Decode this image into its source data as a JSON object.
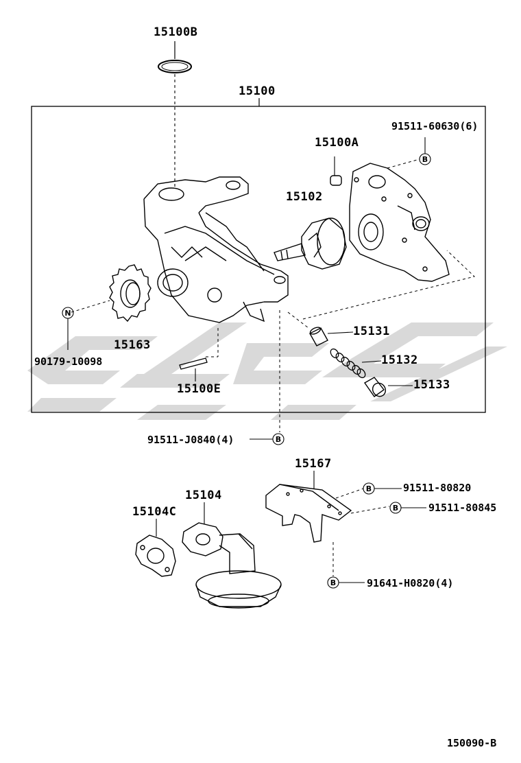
{
  "colors": {
    "ink": "#000000",
    "watermark": "#d9d9d9",
    "background": "#ffffff"
  },
  "labels": {
    "p15100B": "15100B",
    "p15100": "15100",
    "p15100A": "15100A",
    "p15102": "15102",
    "p15163": "15163",
    "p15100E": "15100E",
    "p15131": "15131",
    "p15132": "15132",
    "p15133": "15133",
    "p15167": "15167",
    "p15104": "15104",
    "p15104C": "15104C",
    "bolt_91511_60630": "91511-60630(6)",
    "nut_90179_10098": "90179-10098",
    "bolt_91511_J0840": "91511-J0840(4)",
    "bolt_91511_80820": "91511-80820",
    "bolt_91511_80845": "91511-80845",
    "bolt_91641_H0820": "91641-H0820(4)",
    "code": "150090-B"
  },
  "markers": {
    "bolt": "B",
    "nut": "N"
  },
  "icons": {
    "oring": "o-ring-icon",
    "pump_body": "oil-pump-body-icon",
    "pump_cover": "pump-cover-icon",
    "sprocket": "sprocket-icon",
    "rotor": "rotor-icon",
    "bushing": "bushing-icon",
    "valve": "relief-valve-icon",
    "spring": "spring-icon",
    "plug": "plug-icon",
    "pin": "pin-icon",
    "bracket": "bracket-icon",
    "strainer": "oil-strainer-icon",
    "gasket": "gasket-icon"
  }
}
